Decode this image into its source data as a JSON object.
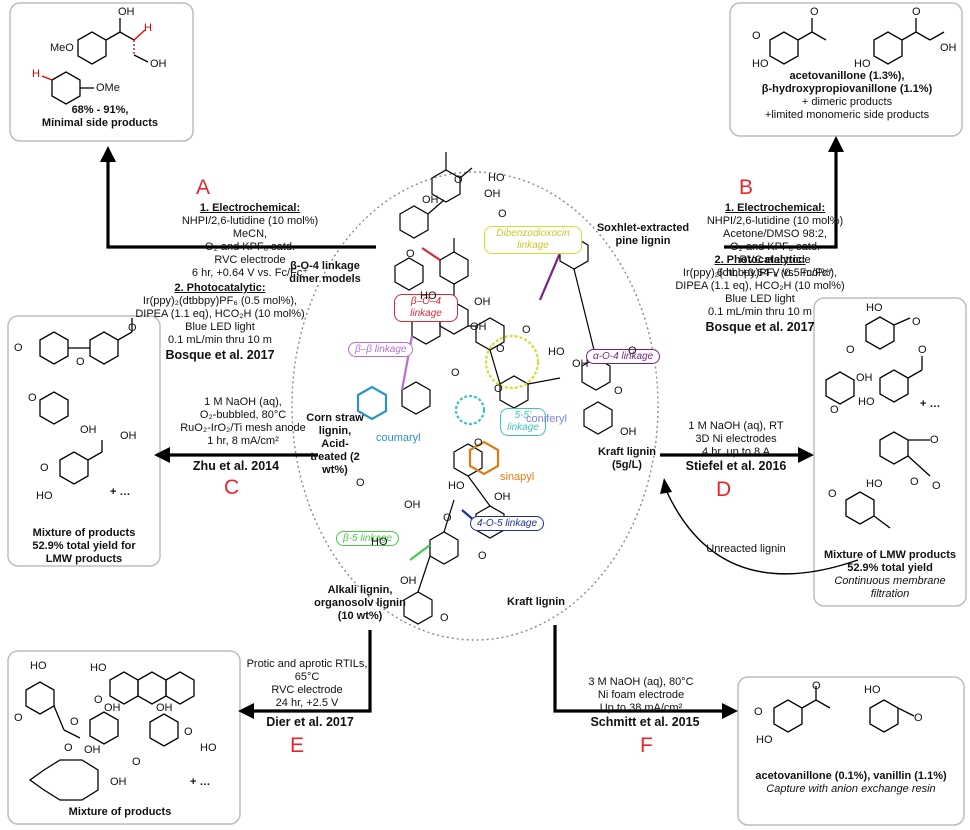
{
  "letters": {
    "A": "A",
    "B": "B",
    "C": "C",
    "D": "D",
    "E": "E",
    "F": "F"
  },
  "A": {
    "electro_title": "1. Electrochemical:",
    "electro_lines": [
      "NHPI/2,6-lutidine (10 mol%)",
      "MeCN,",
      "O₂ and KPF₆ satd.",
      "RVC electrode",
      "6 hr, +0.64 V vs. Fc/Fc⁺"
    ],
    "substrate_lines": [
      "β-O-4 linkage",
      "dimer models"
    ],
    "photo_title": "2. Photocatalytic:",
    "photo_lines": [
      "Ir(ppy)₂(dtbbpy)PF₆ (0.5 mol%),",
      "DIPEA (1.1 eq), HCO₂H (10 mol%)",
      "Blue LED light",
      "0.1 mL/min thru 10 m"
    ],
    "ref": "Bosque et al. 2017",
    "result_lines": [
      "68% - 91%,",
      "Minimal side products"
    ],
    "struct_labels": [
      "OH",
      "MeO",
      "H",
      "OH",
      "H",
      "OMe"
    ]
  },
  "B": {
    "electro_title": "1. Electrochemical:",
    "electro_lines": [
      "NHPI/2,6-lutidine (10 mol%)",
      "Acetone/DMSO 98:2,",
      "O₂ and KPF₆ satd.",
      "RVC electrode",
      "6 hr, +0.64 V vs. Fc/Fc⁺"
    ],
    "substrate_lines": [
      "Soxhlet-extracted",
      "pine lignin"
    ],
    "photo_title": "2. Photocatalytic:",
    "photo_lines": [
      "Ir(ppy)₂(dtbbpy)PF₆ (0.5 mol%),",
      "DIPEA (1.1 eq), HCO₂H (10 mol%)",
      "Blue LED light",
      "0.1 mL/min thru 10 m"
    ],
    "ref": "Bosque et al. 2017",
    "result_bold": [
      "acetovanillone (1.3%),",
      "β-hydroxypropiovanillone (1.1%)"
    ],
    "result_lines": [
      "+ dimeric products",
      "+limited monomeric side products"
    ],
    "struct_labels": [
      "O",
      "HO",
      "O",
      "O",
      "HO",
      "OH"
    ]
  },
  "C": {
    "cond_lines": [
      "1 M NaOH (aq),",
      "O₂-bubbled, 80°C",
      "RuO₂-IrO₂/Ti mesh anode",
      "1 hr, 8 mA/cm²"
    ],
    "ref": "Zhu et al. 2014",
    "substrate_lines": [
      "Corn straw",
      "lignin,",
      "Acid-",
      "treated (2",
      "wt%)"
    ],
    "result_lines": [
      "Mixture of products",
      "52.9% total yield for",
      "LMW products"
    ],
    "struct_labels": [
      "O",
      "O",
      "O",
      "OH",
      "O",
      "OH",
      "O",
      "HO",
      "+ …"
    ]
  },
  "D": {
    "cond_lines": [
      "1 M NaOH (aq), RT",
      "3D Ni electrodes",
      "4 hr, up to 8 A"
    ],
    "ref": "Stiefel et al. 2016",
    "substrate_lines": [
      "Kraft lignin",
      "(5g/L)"
    ],
    "recycle": "Unreacted lignin",
    "result_bold": [
      "Mixture of LMW products",
      "52.9% total yield"
    ],
    "result_italic": [
      "Continuous membrane",
      "filtration"
    ],
    "struct_labels": [
      "HO",
      "O",
      "O",
      "O",
      "HO",
      "OH",
      "O",
      "+ …",
      "HO",
      "O",
      "O",
      "O",
      "O"
    ]
  },
  "E": {
    "cond_lines": [
      "Protic and aprotic RTILs,",
      "65°C",
      "RVC electrode",
      "24 hr, +2.5 V"
    ],
    "ref": "Dier et al. 2017",
    "substrate_lines": [
      "Alkali lignin,",
      "organosolv lignin",
      "(10 wt%)"
    ],
    "result_lines": [
      "Mixture of products"
    ],
    "struct_labels": [
      "HO",
      "O",
      "OH",
      "O",
      "HO",
      "O",
      "OH",
      "O",
      "OH",
      "O",
      "HO",
      "O",
      "OH",
      "+ …"
    ]
  },
  "F": {
    "cond_lines": [
      "3 M NaOH (aq), 80°C",
      "Ni foam electrode",
      "Up to 38 mA/cm²"
    ],
    "ref": "Schmitt et al. 2015",
    "substrate_lines": [
      "Kraft lignin"
    ],
    "result_bold": [
      "acetovanillone (0.1%), vanillin (1.1%)"
    ],
    "result_italic": [
      "Capture with anion exchange resin"
    ],
    "struct_labels": [
      "O",
      "HO",
      "O",
      "HO",
      "O"
    ]
  },
  "center": {
    "linkages": [
      "β–O–4 linkage",
      "Dibenzodioxocin linkage",
      "β–β linkage",
      "α-O-4 linkage",
      "5-5’ linkage",
      "β-5 linkage",
      "4-O-5 linkage"
    ],
    "units": [
      "coniferyl",
      "coumaryl",
      "sinapyl"
    ],
    "fragments": [
      "OH",
      "OH",
      "O",
      "HO",
      "O",
      "O",
      "HO",
      "OH",
      "OH",
      "O",
      "O",
      "O",
      "O",
      "HO",
      "OH",
      "O",
      "O",
      "OH",
      "O",
      "O",
      "HO",
      "OH",
      "O",
      "OH",
      "HO",
      "O",
      "OH",
      "O"
    ]
  },
  "colors": {
    "accent_red": "#e8262a",
    "b_o_4": "#d8283a",
    "dibenzo": "#d7dc2e",
    "b_b": "#b86fd0",
    "a_o_4": "#7a1f86",
    "five5": "#3fc3c0",
    "b5": "#4ac94a",
    "four_o5": "#1f2f9a",
    "coniferyl": "#7b86d8",
    "coumaryl": "#2b93c8",
    "sinapyl": "#e07a16"
  }
}
